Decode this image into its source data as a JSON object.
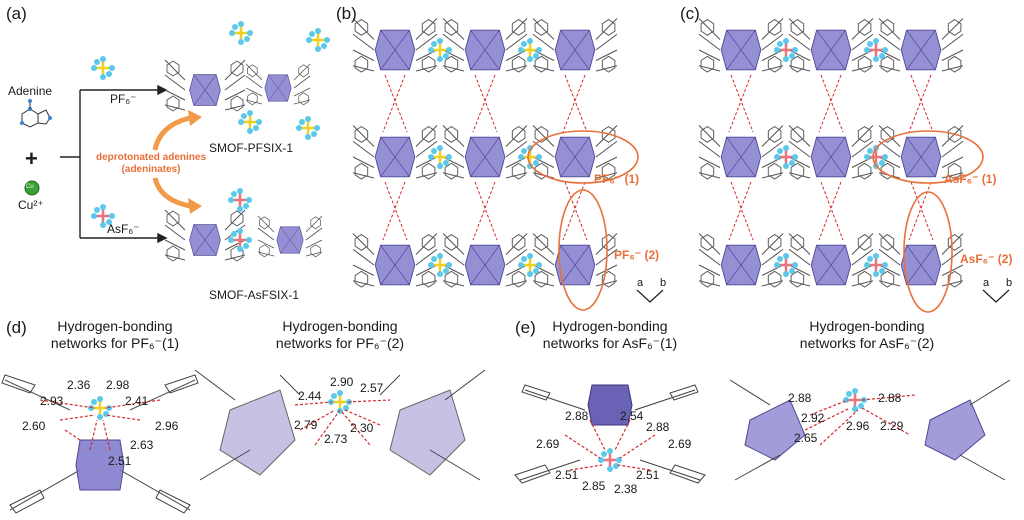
{
  "panels": {
    "a": {
      "label": "(a)",
      "adenine": "Adenine",
      "plus": "+",
      "cu": "Cu²⁺",
      "cu_ball": "Cu",
      "pf6_arrow": "PF₆⁻",
      "asf6_arrow": "AsF₆⁻",
      "middle_note_line1": "deprotonated adenines",
      "middle_note_line2": "(adeninates)",
      "product_top": "SMOF-PFSIX-1",
      "product_bottom": "SMOF-AsFSIX-1"
    },
    "b": {
      "label": "(b)",
      "anion1": "PF₆⁻ (1)",
      "anion2": "PF₆⁻ (2)",
      "axis_a": "a",
      "axis_b": "b"
    },
    "c": {
      "label": "(c)",
      "anion1": "AsF₆⁻ (1)",
      "anion2": "AsF₆⁻ (2)",
      "axis_a": "a",
      "axis_b": "b"
    },
    "d": {
      "label": "(d)",
      "title1_line1": "Hydrogen-bonding",
      "title1_line2": "networks for PF₆⁻(1)",
      "title2_line1": "Hydrogen-bonding",
      "title2_line2": "networks for PF₆⁻(2)",
      "distances1": [
        "2.36",
        "2.98",
        "2.93",
        "2.41",
        "2.60",
        "2.96",
        "2.63",
        "2.51"
      ],
      "distances2": [
        "2.90",
        "2.57",
        "2.44",
        "2.79",
        "2.30",
        "2.73"
      ]
    },
    "e": {
      "label": "(e)",
      "title1_line1": "Hydrogen-bonding",
      "title1_line2": "networks for AsF₆⁻(1)",
      "title2_line1": "Hydrogen-bonding",
      "title2_line2": "networks for AsF₆⁻(2)",
      "distances1": [
        "2.88",
        "2.54",
        "2.88",
        "2.69",
        "2.69",
        "2.51",
        "2.51",
        "2.85",
        "2.38"
      ],
      "distances2": [
        "2.88",
        "2.88",
        "2.92",
        "2.65",
        "2.96",
        "2.29"
      ]
    }
  },
  "colors": {
    "octahedron": "#7b74c9",
    "octahedron_dark": "#4f4797",
    "fluorine": "#5cc8ea",
    "phosphorus": "#f1d024",
    "arsenic": "#e8757e",
    "hbond": "#d62828",
    "highlight": "#e8703a",
    "framework": "#444444",
    "copper": "#3aa03a"
  }
}
